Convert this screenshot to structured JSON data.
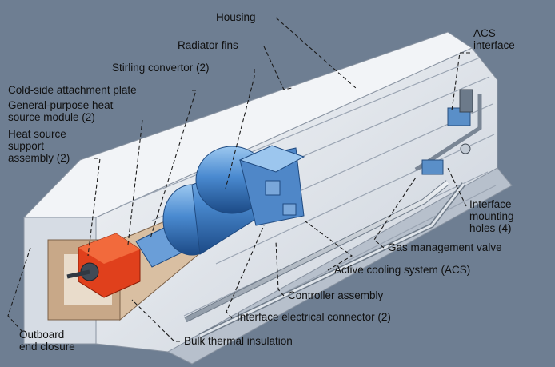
{
  "labels": {
    "housing": "Housing",
    "radiator_fins": "Radiator fins",
    "stirling_convertor": "Stirling convertor (2)",
    "cold_side_plate": "Cold-side attachment plate",
    "gphs_line1": "General-purpose heat",
    "gphs_line2": "source module (2)",
    "hssa_line1": "Heat source",
    "hssa_line2": "support",
    "hssa_line3": "assembly (2)",
    "acs_interface_line1": "ACS",
    "acs_interface_line2": "interface",
    "mounting_line1": "Interface",
    "mounting_line2": "mounting",
    "mounting_line3": "holes (4)",
    "gas_valve": "Gas management valve",
    "acs": "Active cooling system (ACS)",
    "controller": "Controller assembly",
    "elec_connector": "Interface electrical connector (2)",
    "outboard_line1": "Outboard",
    "outboard_line2": "end closure",
    "bulk_insulation": "Bulk thermal insulation"
  },
  "colors": {
    "background": "#6e7e92",
    "housing": "#e4e8ee",
    "convertor": "#3f7fc6",
    "heat_source": "#e0401c",
    "insulation": "#c8a888"
  }
}
